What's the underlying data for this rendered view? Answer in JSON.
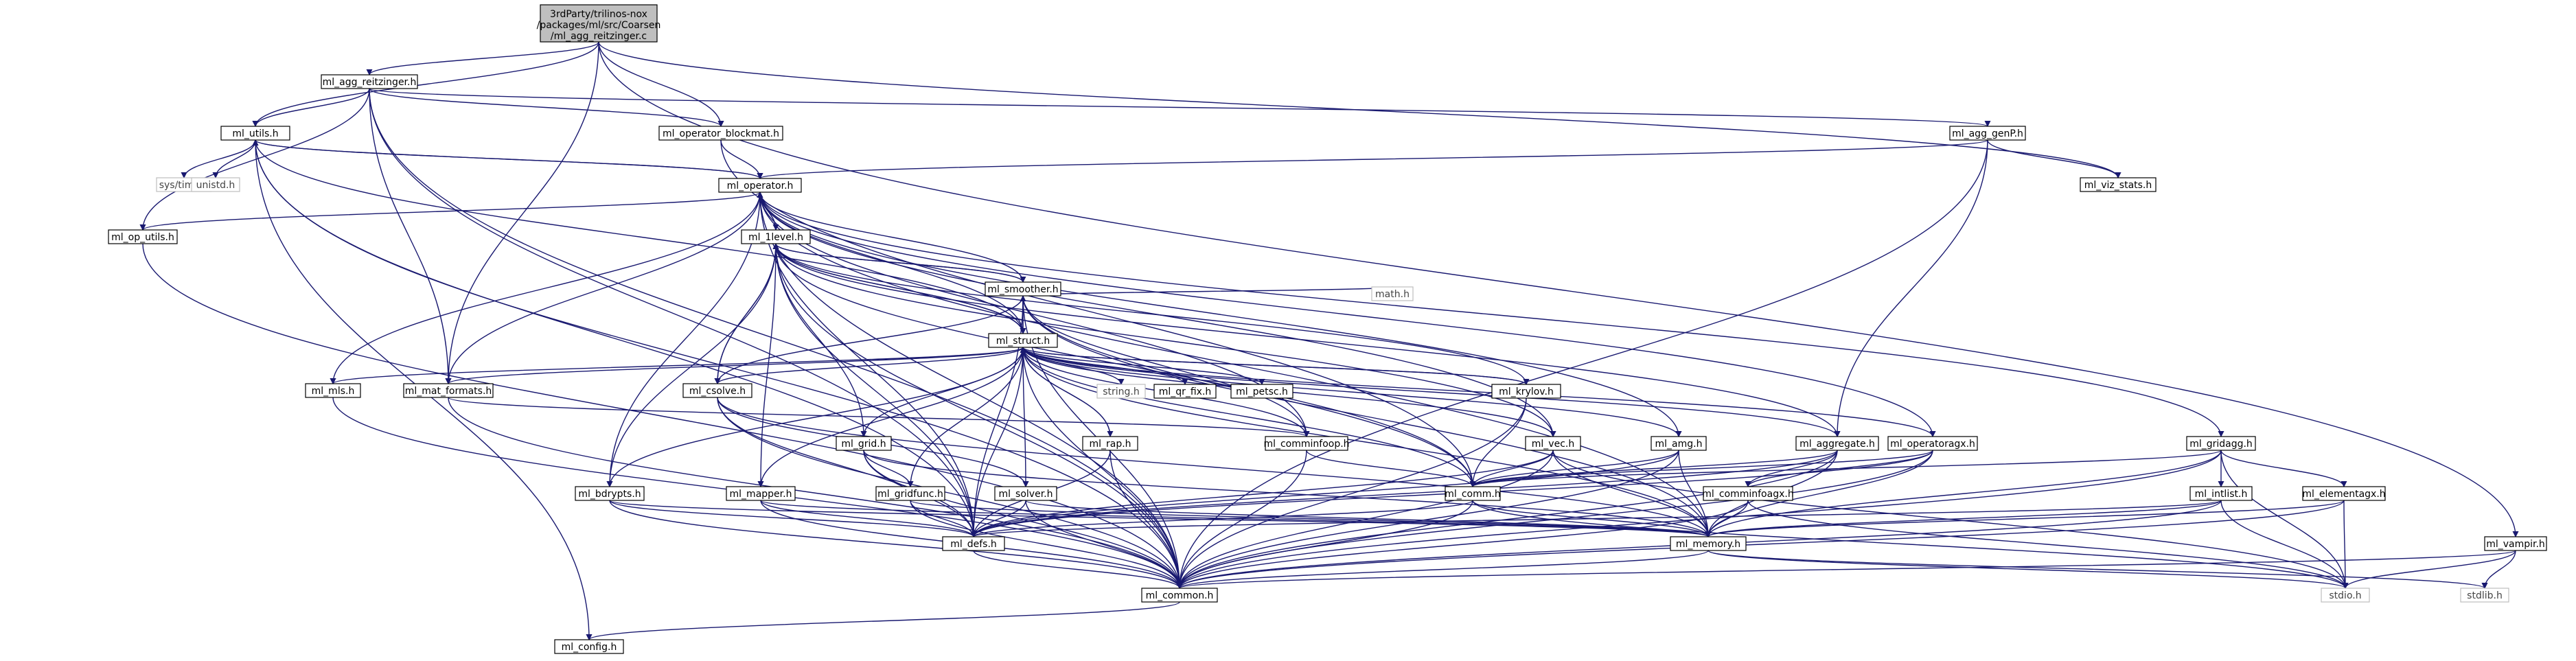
{
  "graph": {
    "title": "",
    "root": [
      "3rdParty/trilinos-nox",
      "/packages/ml/src/Coarsen",
      "/ml_agg_reitzinger.c"
    ],
    "nodes": [
      {
        "id": "root",
        "label": "3rdParty/trilinos-nox/packages/ml/src/Coarsen/ml_agg_reitzinger.c",
        "kind": "root"
      },
      {
        "id": "agg_reitzinger",
        "label": "ml_agg_reitzinger.h",
        "kind": "header"
      },
      {
        "id": "utils",
        "label": "ml_utils.h",
        "kind": "header"
      },
      {
        "id": "op_blockmat",
        "label": "ml_operator_blockmat.h",
        "kind": "header"
      },
      {
        "id": "agg_genp",
        "label": "ml_agg_genP.h",
        "kind": "header"
      },
      {
        "id": "systime",
        "label": "sys/time.h",
        "kind": "system"
      },
      {
        "id": "unistd",
        "label": "unistd.h",
        "kind": "system"
      },
      {
        "id": "operator",
        "label": "ml_operator.h",
        "kind": "header"
      },
      {
        "id": "viz_stats",
        "label": "ml_viz_stats.h",
        "kind": "header"
      },
      {
        "id": "op_utils",
        "label": "ml_op_utils.h",
        "kind": "header"
      },
      {
        "id": "onelevel",
        "label": "ml_1level.h",
        "kind": "header"
      },
      {
        "id": "smoother",
        "label": "ml_smoother.h",
        "kind": "header"
      },
      {
        "id": "math",
        "label": "math.h",
        "kind": "system"
      },
      {
        "id": "struct",
        "label": "ml_struct.h",
        "kind": "header"
      },
      {
        "id": "mls",
        "label": "ml_mls.h",
        "kind": "header"
      },
      {
        "id": "mat_formats",
        "label": "ml_mat_formats.h",
        "kind": "header"
      },
      {
        "id": "csolve",
        "label": "ml_csolve.h",
        "kind": "header"
      },
      {
        "id": "string",
        "label": "string.h",
        "kind": "system"
      },
      {
        "id": "qr_fix",
        "label": "ml_qr_fix.h",
        "kind": "header"
      },
      {
        "id": "petsc",
        "label": "ml_petsc.h",
        "kind": "header"
      },
      {
        "id": "krylov",
        "label": "ml_krylov.h",
        "kind": "header"
      },
      {
        "id": "gridagg",
        "label": "ml_gridagg.h",
        "kind": "header"
      },
      {
        "id": "grid",
        "label": "ml_grid.h",
        "kind": "header"
      },
      {
        "id": "rap",
        "label": "ml_rap.h",
        "kind": "header"
      },
      {
        "id": "comminfoop",
        "label": "ml_comminfoop.h",
        "kind": "header"
      },
      {
        "id": "vec",
        "label": "ml_vec.h",
        "kind": "header"
      },
      {
        "id": "amg",
        "label": "ml_amg.h",
        "kind": "header"
      },
      {
        "id": "aggregate",
        "label": "ml_aggregate.h",
        "kind": "header"
      },
      {
        "id": "operatoragx",
        "label": "ml_operatoragx.h",
        "kind": "header"
      },
      {
        "id": "intlist",
        "label": "ml_intlist.h",
        "kind": "header"
      },
      {
        "id": "elementagx",
        "label": "ml_elementagx.h",
        "kind": "header"
      },
      {
        "id": "bdrypts",
        "label": "ml_bdrypts.h",
        "kind": "header"
      },
      {
        "id": "mapper",
        "label": "ml_mapper.h",
        "kind": "header"
      },
      {
        "id": "gridfunc",
        "label": "ml_gridfunc.h",
        "kind": "header"
      },
      {
        "id": "solver",
        "label": "ml_solver.h",
        "kind": "header"
      },
      {
        "id": "comm",
        "label": "ml_comm.h",
        "kind": "header"
      },
      {
        "id": "comminfoagx",
        "label": "ml_comminfoagx.h",
        "kind": "header"
      },
      {
        "id": "memory",
        "label": "ml_memory.h",
        "kind": "header"
      },
      {
        "id": "defs",
        "label": "ml_defs.h",
        "kind": "header"
      },
      {
        "id": "vampir",
        "label": "ml_vampir.h",
        "kind": "header"
      },
      {
        "id": "common",
        "label": "ml_common.h",
        "kind": "header"
      },
      {
        "id": "stdio",
        "label": "stdio.h",
        "kind": "system"
      },
      {
        "id": "stdlib",
        "label": "stdlib.h",
        "kind": "system"
      },
      {
        "id": "config",
        "label": "ml_config.h",
        "kind": "header"
      }
    ],
    "edges": [
      [
        "root",
        "agg_reitzinger"
      ],
      [
        "root",
        "utils"
      ],
      [
        "root",
        "op_blockmat"
      ],
      [
        "root",
        "mat_formats"
      ],
      [
        "root",
        "viz_stats"
      ],
      [
        "root",
        "vampir"
      ],
      [
        "agg_reitzinger",
        "utils"
      ],
      [
        "agg_reitzinger",
        "op_blockmat"
      ],
      [
        "agg_reitzinger",
        "agg_genp"
      ],
      [
        "agg_reitzinger",
        "mat_formats"
      ],
      [
        "agg_reitzinger",
        "defs"
      ],
      [
        "agg_reitzinger",
        "common"
      ],
      [
        "agg_reitzinger",
        "op_utils"
      ],
      [
        "utils",
        "systime"
      ],
      [
        "utils",
        "unistd"
      ],
      [
        "utils",
        "operator"
      ],
      [
        "utils",
        "defs"
      ],
      [
        "utils",
        "common"
      ],
      [
        "utils",
        "config"
      ],
      [
        "op_blockmat",
        "operator"
      ],
      [
        "op_blockmat",
        "comm"
      ],
      [
        "agg_genp",
        "operator"
      ],
      [
        "agg_genp",
        "aggregate"
      ],
      [
        "agg_genp",
        "viz_stats"
      ],
      [
        "agg_genp",
        "common"
      ],
      [
        "operator",
        "utils"
      ],
      [
        "operator",
        "onelevel"
      ],
      [
        "operator",
        "bdrypts"
      ],
      [
        "operator",
        "mls"
      ],
      [
        "operator",
        "mat_formats"
      ],
      [
        "operator",
        "defs"
      ],
      [
        "operator",
        "common"
      ],
      [
        "operator",
        "op_utils"
      ],
      [
        "operator",
        "gridagg"
      ],
      [
        "operator",
        "comminfoop"
      ],
      [
        "operator",
        "operatoragx"
      ],
      [
        "operator",
        "amg"
      ],
      [
        "operator",
        "memory"
      ],
      [
        "operator",
        "vec"
      ],
      [
        "op_utils",
        "common"
      ],
      [
        "onelevel",
        "operator"
      ],
      [
        "onelevel",
        "smoother"
      ],
      [
        "onelevel",
        "struct"
      ],
      [
        "onelevel",
        "csolve"
      ],
      [
        "onelevel",
        "grid"
      ],
      [
        "onelevel",
        "bdrypts"
      ],
      [
        "onelevel",
        "mapper"
      ],
      [
        "onelevel",
        "defs"
      ],
      [
        "onelevel",
        "common"
      ],
      [
        "onelevel",
        "vec"
      ],
      [
        "onelevel",
        "krylov"
      ],
      [
        "onelevel",
        "aggregate"
      ],
      [
        "onelevel",
        "comm"
      ],
      [
        "smoother",
        "onelevel"
      ],
      [
        "smoother",
        "operator"
      ],
      [
        "smoother",
        "struct"
      ],
      [
        "smoother",
        "math"
      ],
      [
        "smoother",
        "csolve"
      ],
      [
        "smoother",
        "defs"
      ],
      [
        "smoother",
        "common"
      ],
      [
        "smoother",
        "memory"
      ],
      [
        "smoother",
        "comminfoop"
      ],
      [
        "smoother",
        "comm"
      ],
      [
        "struct",
        "utils"
      ],
      [
        "struct",
        "operator"
      ],
      [
        "struct",
        "onelevel"
      ],
      [
        "struct",
        "smoother"
      ],
      [
        "struct",
        "mls"
      ],
      [
        "struct",
        "mat_formats"
      ],
      [
        "struct",
        "csolve"
      ],
      [
        "struct",
        "string"
      ],
      [
        "struct",
        "qr_fix"
      ],
      [
        "struct",
        "petsc"
      ],
      [
        "struct",
        "krylov"
      ],
      [
        "struct",
        "vec"
      ],
      [
        "struct",
        "amg"
      ],
      [
        "struct",
        "aggregate"
      ],
      [
        "struct",
        "operatoragx"
      ],
      [
        "struct",
        "grid"
      ],
      [
        "struct",
        "rap"
      ],
      [
        "struct",
        "comminfoop"
      ],
      [
        "struct",
        "bdrypts"
      ],
      [
        "struct",
        "mapper"
      ],
      [
        "struct",
        "gridfunc"
      ],
      [
        "struct",
        "solver"
      ],
      [
        "struct",
        "comm"
      ],
      [
        "struct",
        "defs"
      ],
      [
        "struct",
        "common"
      ],
      [
        "struct",
        "memory"
      ],
      [
        "mls",
        "common"
      ],
      [
        "mat_formats",
        "comminfoop"
      ],
      [
        "mat_formats",
        "common"
      ],
      [
        "csolve",
        "onelevel"
      ],
      [
        "csolve",
        "solver"
      ],
      [
        "csolve",
        "defs"
      ],
      [
        "csolve",
        "common"
      ],
      [
        "csolve",
        "memory"
      ],
      [
        "krylov",
        "struct"
      ],
      [
        "krylov",
        "comm"
      ],
      [
        "krylov",
        "common"
      ],
      [
        "gridagg",
        "intlist"
      ],
      [
        "gridagg",
        "elementagx"
      ],
      [
        "gridagg",
        "memory"
      ],
      [
        "gridagg",
        "comm"
      ],
      [
        "gridagg",
        "common"
      ],
      [
        "gridagg",
        "stdio"
      ],
      [
        "grid",
        "gridfunc"
      ],
      [
        "grid",
        "defs"
      ],
      [
        "grid",
        "common"
      ],
      [
        "grid",
        "memory"
      ],
      [
        "rap",
        "struct"
      ],
      [
        "rap",
        "defs"
      ],
      [
        "rap",
        "common"
      ],
      [
        "comminfoop",
        "comm"
      ],
      [
        "comminfoop",
        "common"
      ],
      [
        "vec",
        "comm"
      ],
      [
        "vec",
        "defs"
      ],
      [
        "vec",
        "memory"
      ],
      [
        "vec",
        "common"
      ],
      [
        "vec",
        "stdio"
      ],
      [
        "amg",
        "comm"
      ],
      [
        "amg",
        "defs"
      ],
      [
        "amg",
        "memory"
      ],
      [
        "amg",
        "common"
      ],
      [
        "aggregate",
        "comm"
      ],
      [
        "aggregate",
        "defs"
      ],
      [
        "aggregate",
        "memory"
      ],
      [
        "aggregate",
        "common"
      ],
      [
        "aggregate",
        "comminfoagx"
      ],
      [
        "operatoragx",
        "comm"
      ],
      [
        "operatoragx",
        "memory"
      ],
      [
        "operatoragx",
        "comminfoagx"
      ],
      [
        "operatoragx",
        "defs"
      ],
      [
        "operatoragx",
        "common"
      ],
      [
        "intlist",
        "defs"
      ],
      [
        "intlist",
        "memory"
      ],
      [
        "intlist",
        "common"
      ],
      [
        "intlist",
        "stdio"
      ],
      [
        "elementagx",
        "memory"
      ],
      [
        "elementagx",
        "common"
      ],
      [
        "elementagx",
        "stdio"
      ],
      [
        "bdrypts",
        "defs"
      ],
      [
        "bdrypts",
        "memory"
      ],
      [
        "bdrypts",
        "common"
      ],
      [
        "mapper",
        "defs"
      ],
      [
        "mapper",
        "memory"
      ],
      [
        "mapper",
        "common"
      ],
      [
        "gridfunc",
        "defs"
      ],
      [
        "gridfunc",
        "common"
      ],
      [
        "gridfunc",
        "memory"
      ],
      [
        "solver",
        "defs"
      ],
      [
        "solver",
        "common"
      ],
      [
        "solver",
        "memory"
      ],
      [
        "comm",
        "defs"
      ],
      [
        "comm",
        "memory"
      ],
      [
        "comm",
        "common"
      ],
      [
        "comm",
        "stdio"
      ],
      [
        "comminfoagx",
        "memory"
      ],
      [
        "comminfoagx",
        "common"
      ],
      [
        "comminfoagx",
        "stdio"
      ],
      [
        "memory",
        "common"
      ],
      [
        "memory",
        "stdio"
      ],
      [
        "memory",
        "stdlib"
      ],
      [
        "defs",
        "common"
      ],
      [
        "vampir",
        "common"
      ],
      [
        "vampir",
        "stdio"
      ],
      [
        "vampir",
        "stdlib"
      ],
      [
        "common",
        "config"
      ]
    ]
  }
}
